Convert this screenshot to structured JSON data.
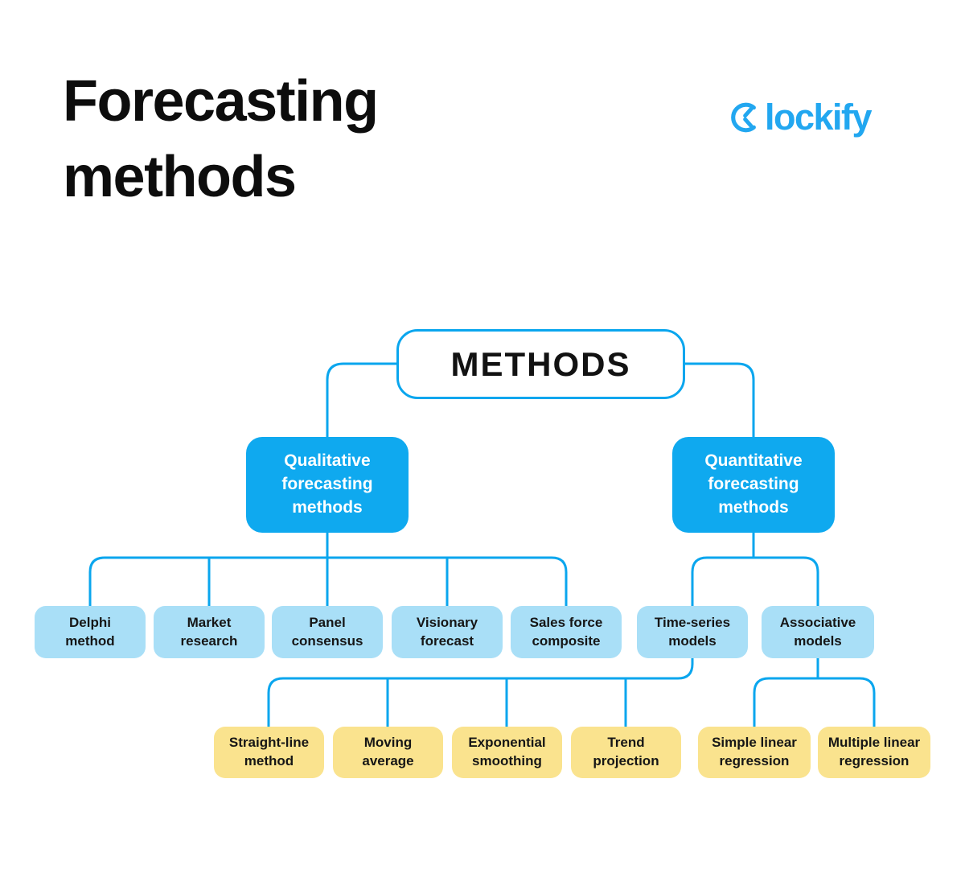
{
  "header": {
    "title": "Forecasting\nmethods",
    "logo": {
      "brand": "Clockify",
      "icon": "clockify-clock-icon",
      "text_after_icon": "lockify"
    }
  },
  "colors": {
    "background": "#FFFFFF",
    "title_text": "#0D0D0D",
    "connector_blue": "#0AA6EE",
    "branch_box_blue": "#0FA9EF",
    "branch_text": "#FFFFFF",
    "leaf_box_light_blue": "#A9DFF7",
    "leaf_box_yellow": "#FAE38E",
    "box_text": "#161616",
    "logo_blue": "#22A7F0"
  },
  "tree": {
    "root": {
      "label": "METHODS"
    },
    "level2": [
      {
        "label": "Qualitative\nforecasting\nmethods",
        "parent": "METHODS"
      },
      {
        "label": "Quantitative\nforecasting\nmethods",
        "parent": "METHODS"
      }
    ],
    "level3": [
      {
        "label": "Delphi\nmethod",
        "parent": "Qualitative forecasting methods"
      },
      {
        "label": "Market\nresearch",
        "parent": "Qualitative forecasting methods"
      },
      {
        "label": "Panel\nconsensus",
        "parent": "Qualitative forecasting methods"
      },
      {
        "label": "Visionary\nforecast",
        "parent": "Qualitative forecasting methods"
      },
      {
        "label": "Sales force\ncomposite",
        "parent": "Qualitative forecasting methods"
      },
      {
        "label": "Time-series\nmodels",
        "parent": "Quantitative forecasting methods"
      },
      {
        "label": "Associative\nmodels",
        "parent": "Quantitative forecasting methods"
      }
    ],
    "level4": [
      {
        "label": "Straight-line\nmethod",
        "parent": "Time-series models"
      },
      {
        "label": "Moving\naverage",
        "parent": "Time-series models"
      },
      {
        "label": "Exponential\nsmoothing",
        "parent": "Time-series models"
      },
      {
        "label": "Trend\nprojection",
        "parent": "Time-series models"
      },
      {
        "label": "Simple linear\nregression",
        "parent": "Associative models"
      },
      {
        "label": "Multiple linear\nregression",
        "parent": "Associative models"
      }
    ]
  }
}
